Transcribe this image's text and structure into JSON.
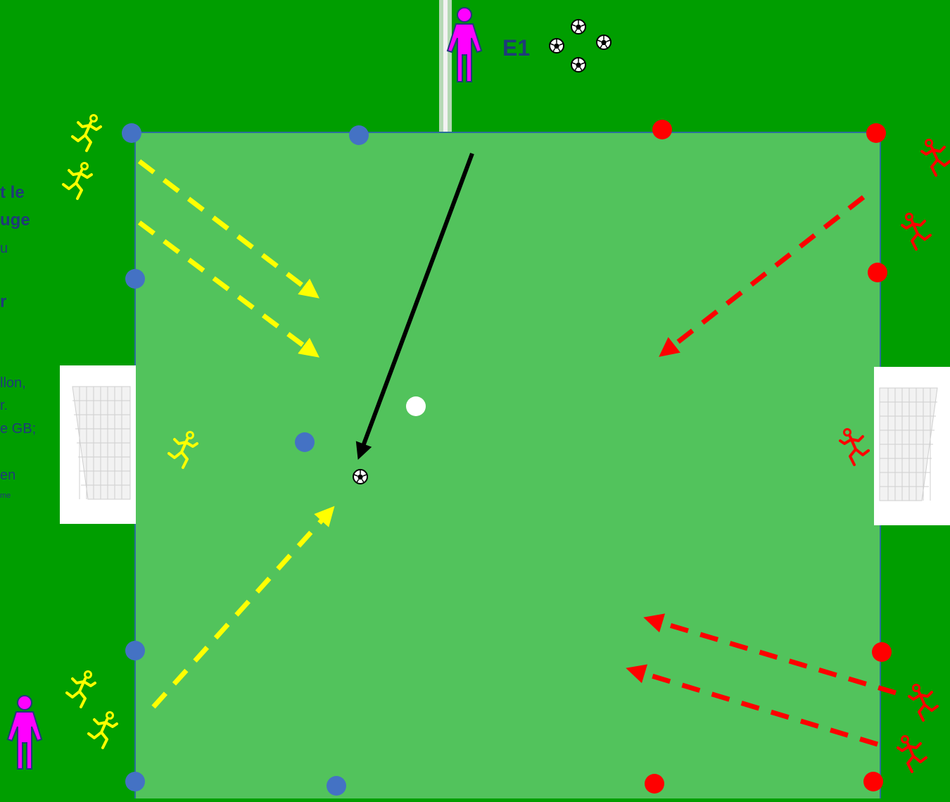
{
  "coach_label": "E1",
  "side_text": {
    "line1": "t le",
    "line2": "uge",
    "line3": "u",
    "line4": "r",
    "line5": "llon,",
    "line6": "r.",
    "line7": "e GB;",
    "line8": "en",
    "line9": "me"
  },
  "colors": {
    "grass_outer": "#009e00",
    "grass_field": "#52c35c",
    "team_yellow": "#ffff00",
    "team_red": "#ff0000",
    "cone_blue": "#4472c4",
    "cone_red": "#ff0000",
    "coach": "#ff00ff"
  },
  "icons": {
    "player": "running-player-icon",
    "coach": "standing-person-icon",
    "ball": "soccer-ball-icon",
    "goal": "goal-net-icon"
  }
}
